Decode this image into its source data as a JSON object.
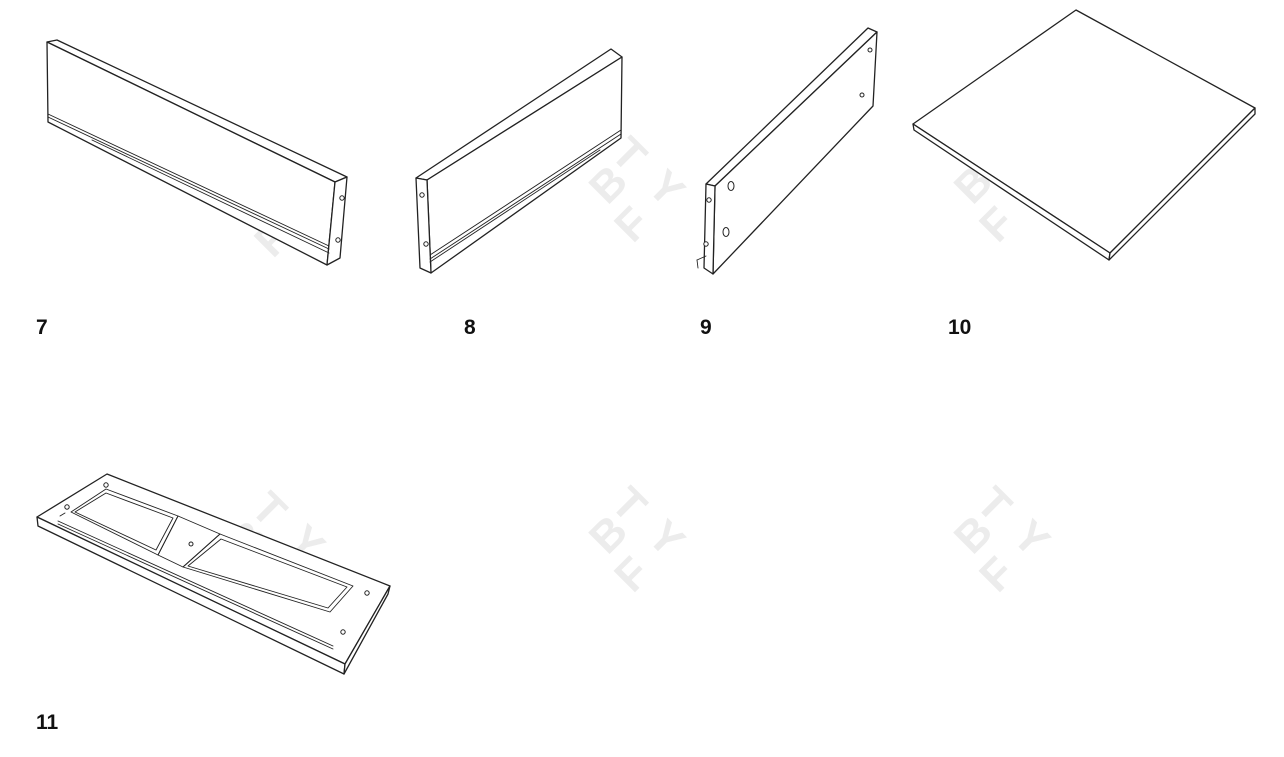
{
  "watermark": {
    "letter_1": "B",
    "letter_2": "T",
    "letter_3": "F",
    "letter_4": "Y",
    "color": "#ececec"
  },
  "parts": [
    {
      "number": "7"
    },
    {
      "number": "8"
    },
    {
      "number": "9"
    },
    {
      "number": "10"
    },
    {
      "number": "11"
    }
  ]
}
